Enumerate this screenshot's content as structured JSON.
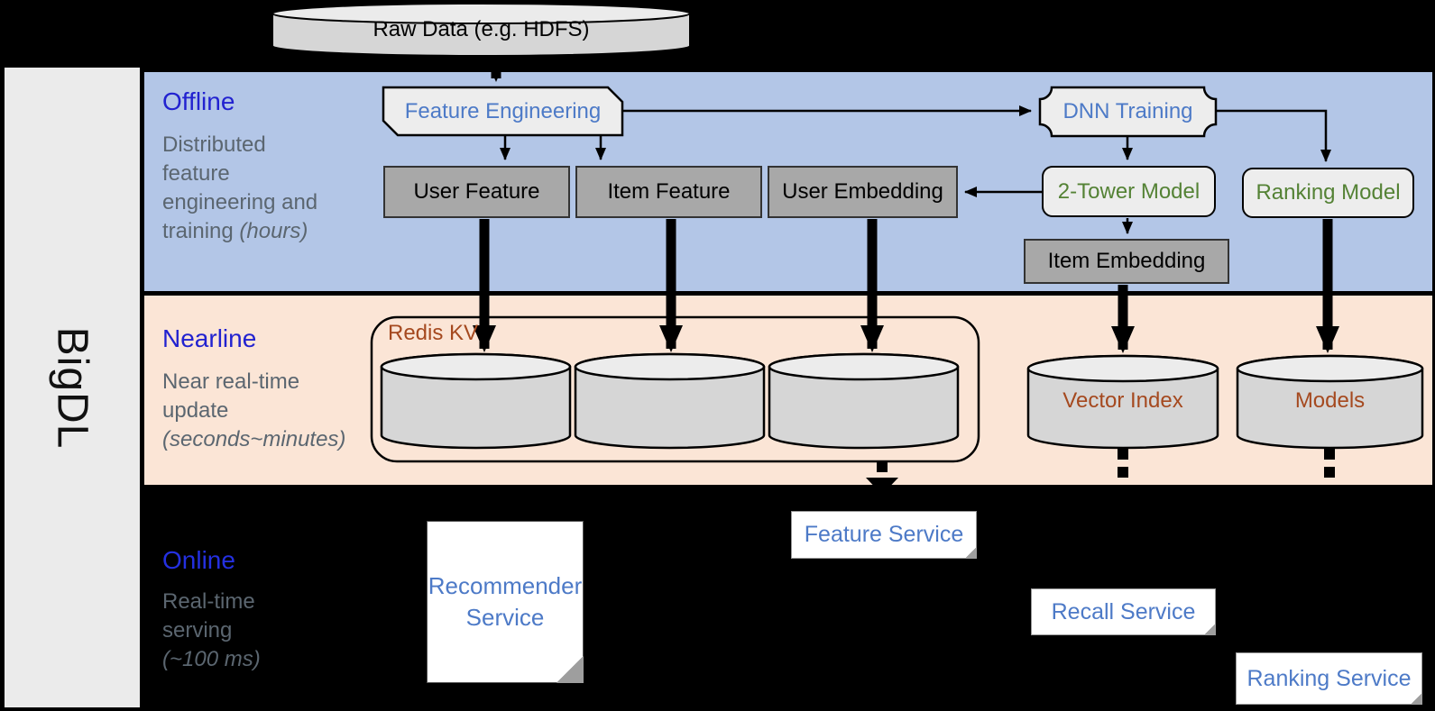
{
  "brand": "BigDL",
  "bands": {
    "offline": {
      "title": "Offline",
      "desc_lines": [
        "Distributed",
        "feature",
        "engineering and",
        "training"
      ],
      "time": "(hours)"
    },
    "nearline": {
      "title": "Nearline",
      "desc_lines": [
        "Near real-time",
        "update"
      ],
      "time": "(seconds~minutes)"
    },
    "online": {
      "title": "Online",
      "desc_lines": [
        "Real-time",
        "serving"
      ],
      "time": "(~100 ms)"
    }
  },
  "nodes": {
    "raw_data": "Raw Data (e.g. HDFS)",
    "feature_engineering": "Feature Engineering",
    "dnn_training": "DNN Training",
    "user_feature": "User Feature",
    "item_feature": "Item Feature",
    "user_embedding": "User Embedding",
    "two_tower_model": "2-Tower Model",
    "ranking_model": "Ranking Model",
    "item_embedding": "Item Embedding",
    "redis_kv": "Redis KV",
    "vector_index": "Vector Index",
    "models": "Models",
    "recommender_service": "Recommender Service",
    "feature_service": "Feature Service",
    "recall_service": "Recall Service",
    "ranking_service": "Ranking Service"
  },
  "colors": {
    "background": "#000000",
    "sidebar": "#ebebeb",
    "offline_band": "#b3c6e7",
    "nearline_band": "#fbe5d6",
    "heading_blue": "#2222d0",
    "desc_gray": "#5b6670",
    "service_blue": "#4d7ac7",
    "model_green": "#548235",
    "storage_brown": "#a5491f",
    "dark_box_fill": "#a8a8a8",
    "light_box_fill": "#ededed",
    "cylinder_fill": "#d6d6d6"
  }
}
